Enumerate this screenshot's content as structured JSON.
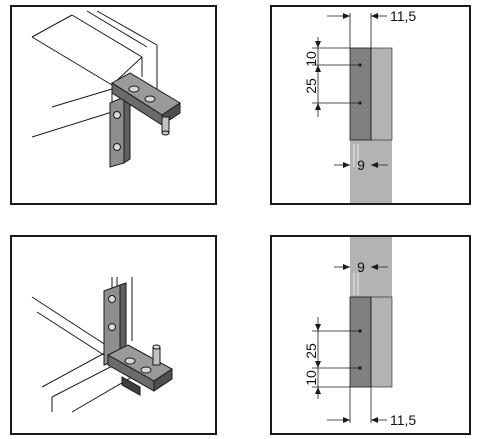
{
  "figures": {
    "top_right": {
      "dim_offset": "11,5",
      "dim_top": "10",
      "dim_pitch": "25",
      "dim_width": "9"
    },
    "bottom_right": {
      "dim_offset": "11,5",
      "dim_bottom": "10",
      "dim_pitch": "25",
      "dim_width": "9"
    }
  },
  "colors": {
    "stile": "#b3b3b3",
    "hinge_plate": "#7c7c7c",
    "hinge_metal": "#8e8e8e",
    "outline": "#1a1a1a"
  }
}
